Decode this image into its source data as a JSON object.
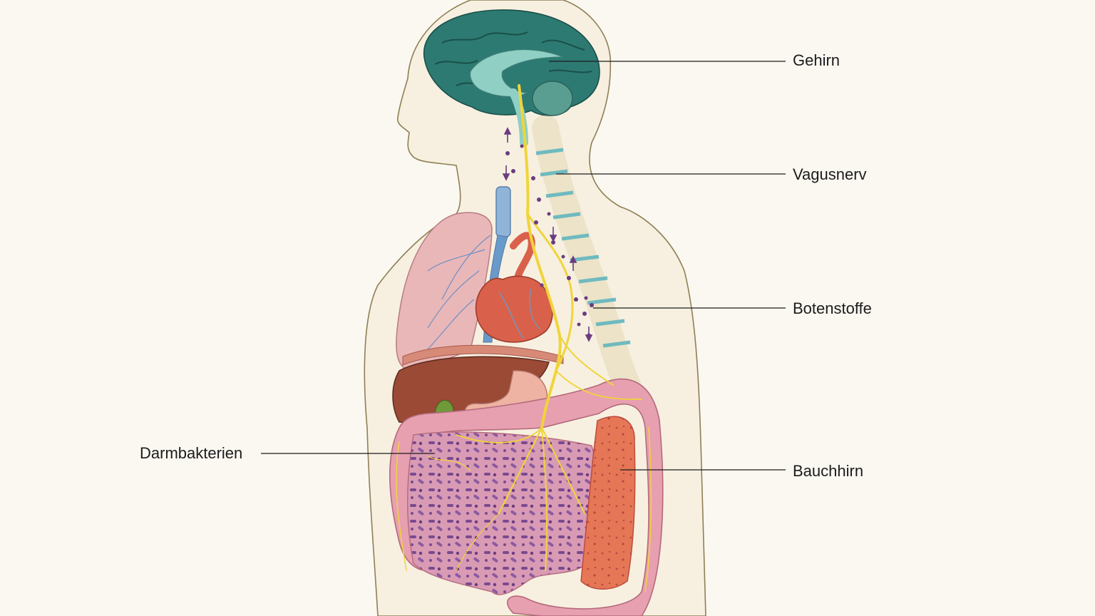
{
  "labels": {
    "gehirn": "Gehirn",
    "vagusnerv": "Vagusnerv",
    "botenstoffe": "Botenstoffe",
    "darmbakterien": "Darmbakterien",
    "bauchhirn": "Bauchhirn"
  },
  "colors": {
    "background": "#fbf8f1",
    "body_fill": "#f7f0e0",
    "body_outline": "#8e7f55",
    "brain": "#2d7a72",
    "brain_light": "#8fcfc4",
    "nerve": "#f0d43a",
    "spine": "#ece3c8",
    "spine_disc": "#6fbac0",
    "lung": "#e9b7b8",
    "heart": "#d9614b",
    "vessel_blue": "#6a9ac9",
    "liver": "#9a4a35",
    "stomach": "#eeb3a3",
    "intestine": "#e7a0b0",
    "bacteria": "#7a4a90",
    "colon_inner": "#e57656",
    "messenger_dots": "#6b3c80",
    "leader_line": "#1c1c1c"
  }
}
